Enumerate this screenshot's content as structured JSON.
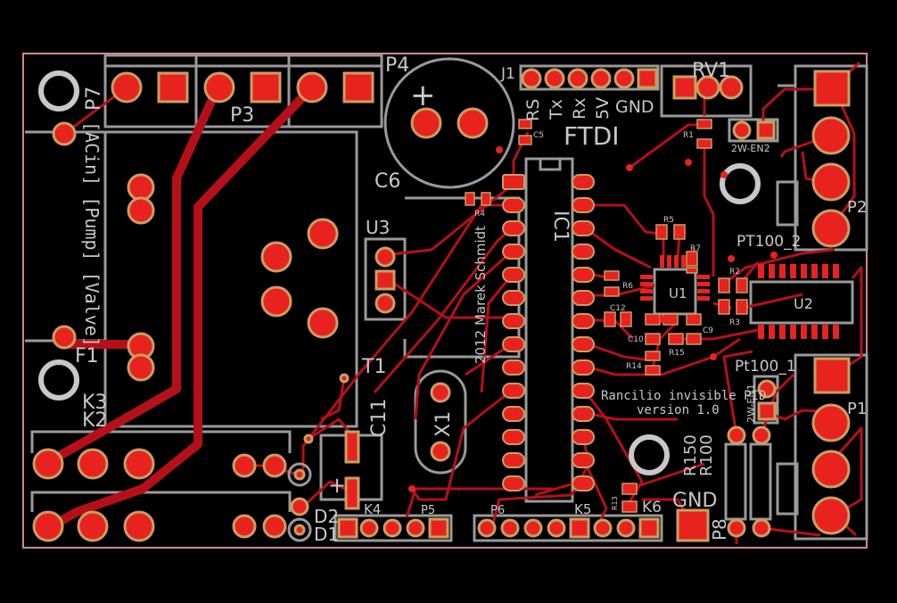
{
  "board": {
    "outline_color": "#d08a8a",
    "silk_color": "#c8c8c8",
    "copper_color": "#e8231f",
    "pad_ring_color": "#c8a060",
    "trace_color": "#b5101a"
  },
  "labels": {
    "p7": "P7",
    "p4": "P4",
    "p3": "P3",
    "j1": "J1",
    "rv1": "RV1",
    "c6": "C6",
    "u3": "U3",
    "ic1": "IC1",
    "t1": "T1",
    "x1": "X1",
    "c11": "C11",
    "f1": "F1",
    "k3": "K3",
    "k2": "K2",
    "d1": "D1",
    "d2": "D2",
    "k4": "K4",
    "p5": "P5",
    "p6": "P6",
    "k5": "K5",
    "k6": "K6",
    "gnd": "GND",
    "p8": "P8",
    "p2": "P2",
    "p1": "P1",
    "u1": "U1",
    "u2": "U2",
    "pt100_2": "PT100_2",
    "pt100_1": "Pt100_1",
    "twowen2": "2W-EN2",
    "twowen1": "2W-EN1",
    "r150": "R150",
    "r100": "R100",
    "ftdi": "FTDI",
    "author": "2012 Marek Schmidt",
    "board_title": "Rancilio invisible PID",
    "board_version": "version 1.0",
    "acin_pump_valve": "[ACin] [Pump] [Valve]",
    "ftdi_pins": [
      "RS",
      "Tx",
      "Rx",
      "5V",
      "GND"
    ],
    "small": {
      "c5": "C5",
      "r4": "R4",
      "r1": "R1",
      "r5": "R5",
      "r7": "R7",
      "r6": "R6",
      "r2": "R2",
      "r3": "R3",
      "c12": "C12",
      "c10": "C10",
      "c9": "C9",
      "r15": "R15",
      "r14": "R14",
      "r13": "R13"
    }
  }
}
